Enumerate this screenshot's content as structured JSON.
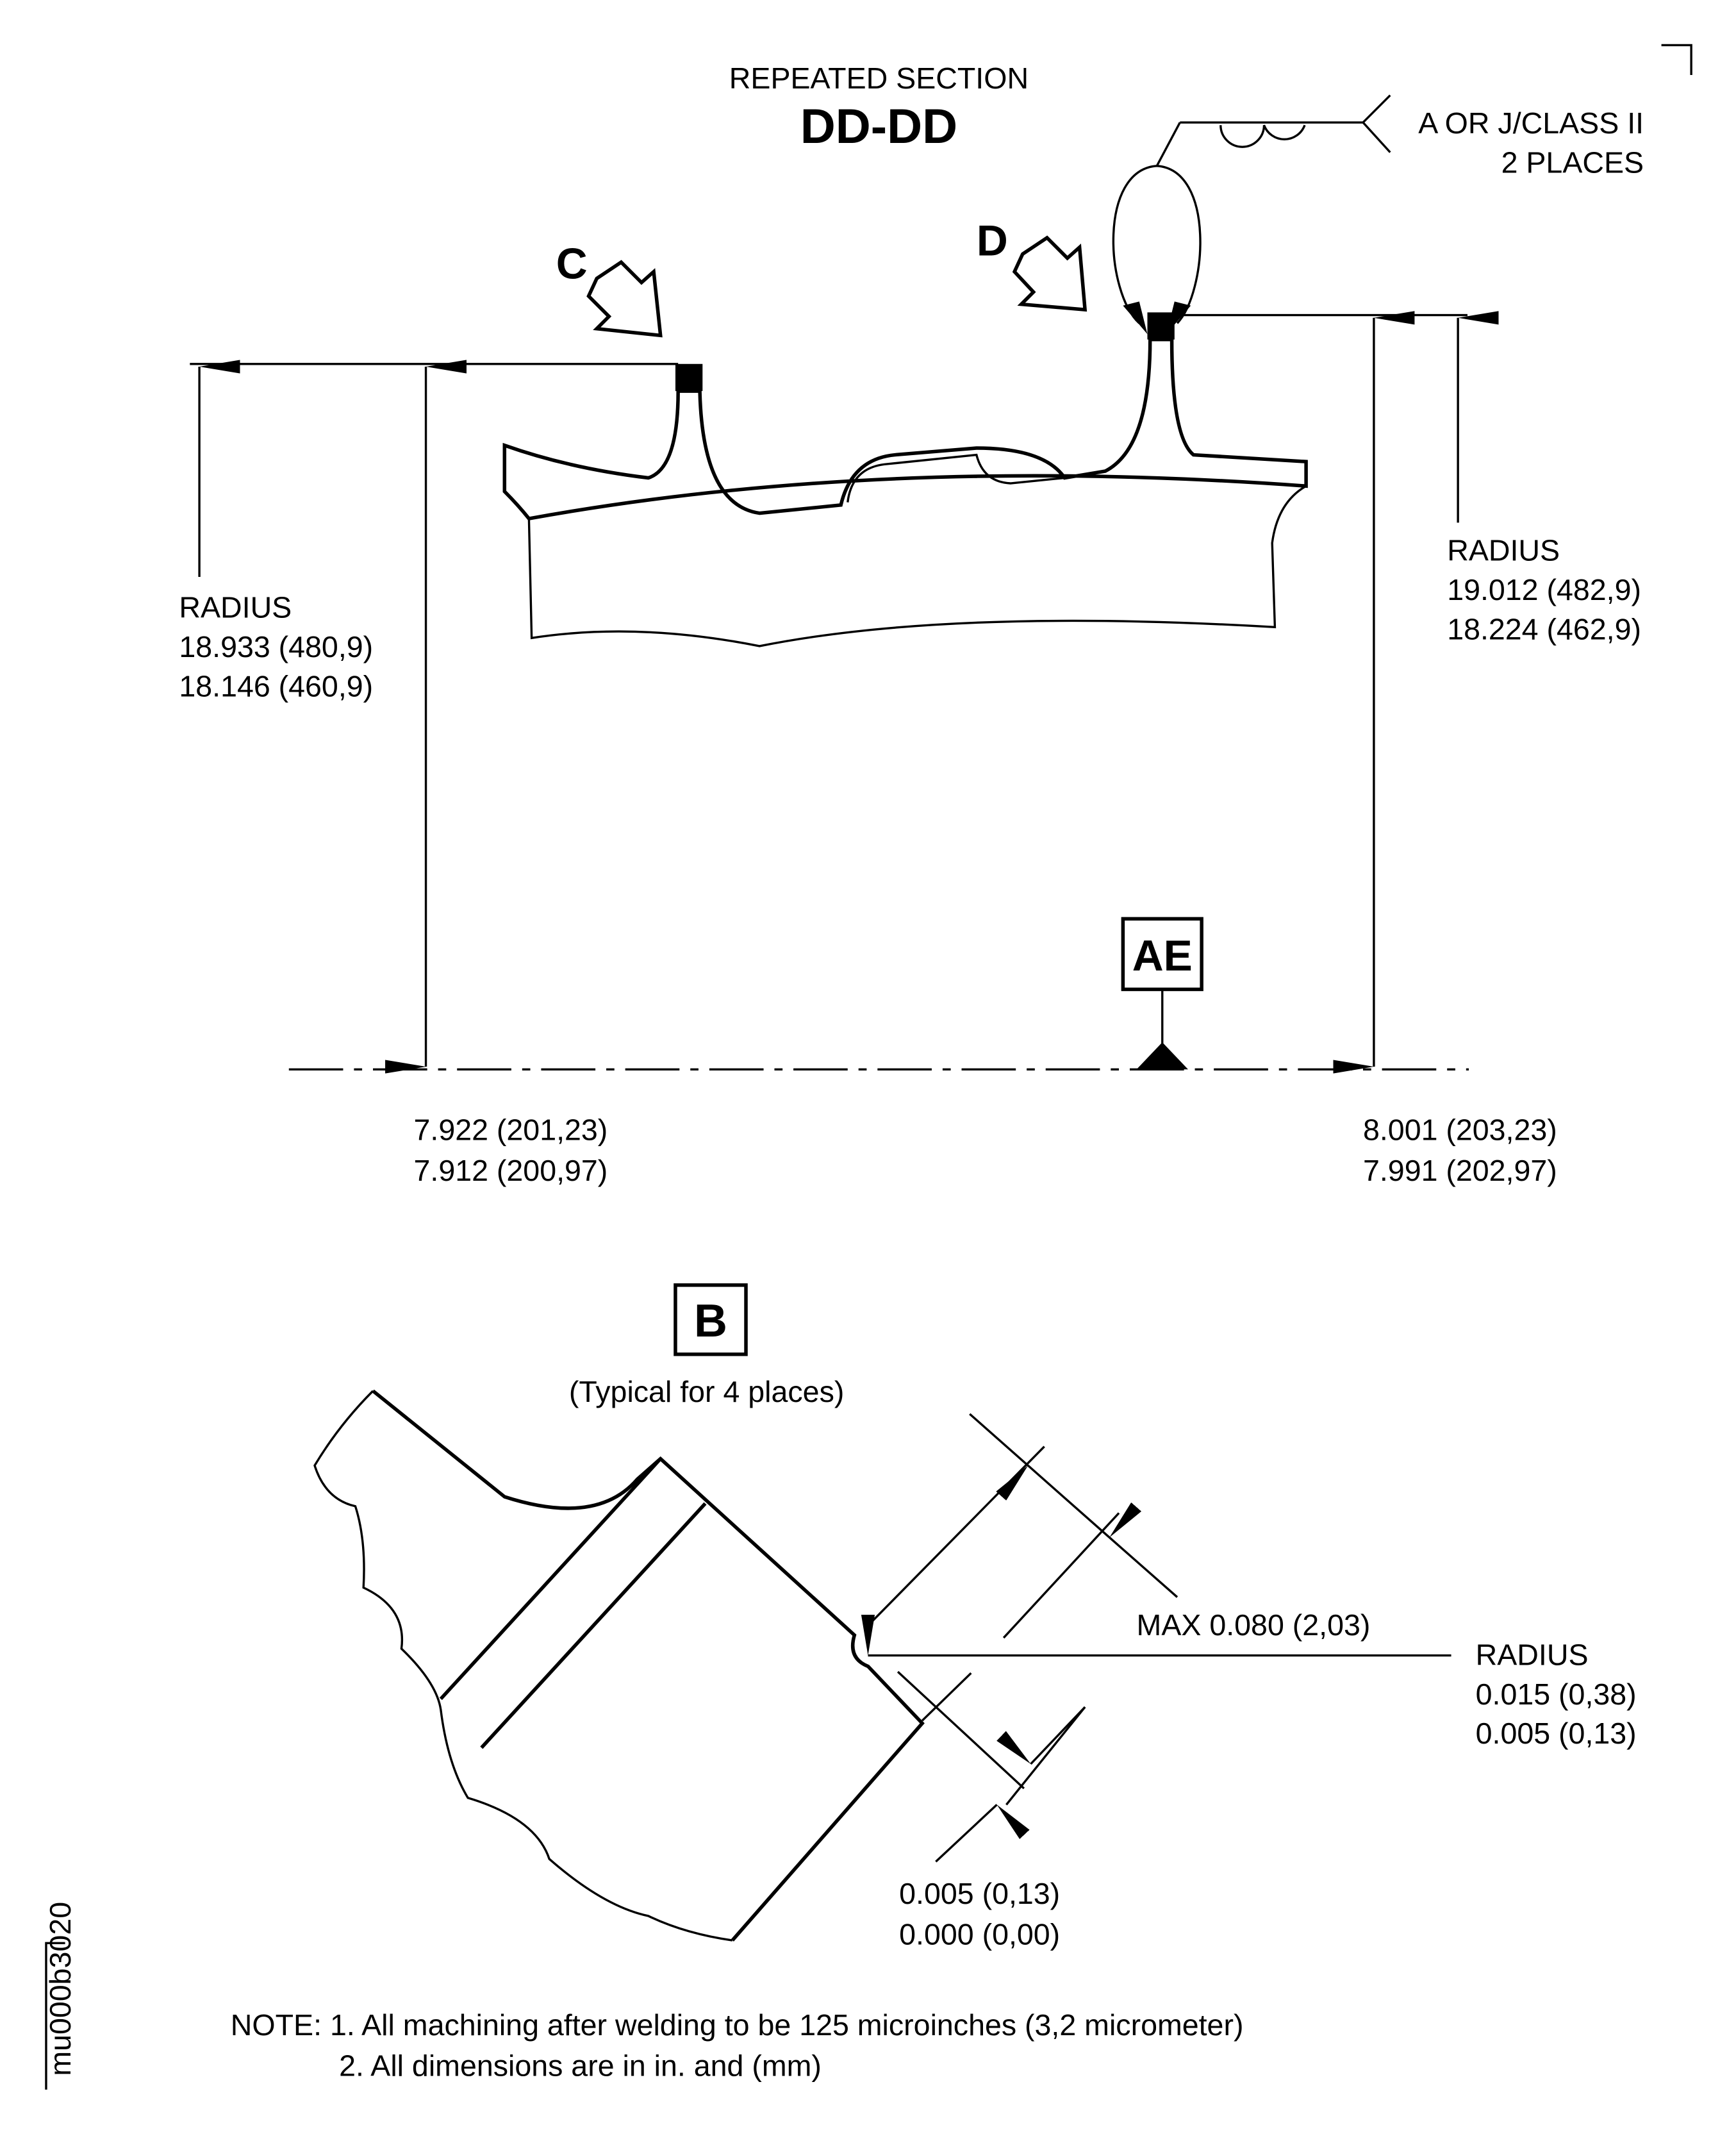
{
  "section": {
    "subtitle": "REPEATED SECTION",
    "title": "DD-DD"
  },
  "weld": {
    "line1": "A OR J/CLASS II",
    "line2": "2 PLACES"
  },
  "views": {
    "c": "C",
    "d": "D"
  },
  "left_radius": {
    "label": "RADIUS",
    "max": "18.933 (480,9)",
    "min": "18.146 (460,9)"
  },
  "right_radius": {
    "label": "RADIUS",
    "max": "19.012 (482,9)",
    "min": "18.224 (462,9)"
  },
  "datum": "AE",
  "left_axial": {
    "max": "7.922 (201,23)",
    "min": "7.912 (200,97)"
  },
  "right_axial": {
    "max": "8.001 (203,23)",
    "min": "7.991 (202,97)"
  },
  "detail": {
    "label": "B",
    "caption": "(Typical for 4 places)",
    "max_dim": "MAX 0.080 (2,03)",
    "radius_label": "RADIUS",
    "radius_max": "0.015 (0,38)",
    "radius_min": "0.005 (0,13)",
    "gap_max": "0.005 (0,13)",
    "gap_min": "0.000 (0,00)"
  },
  "notes": {
    "line1": "NOTE: 1. All machining after welding to be 125 microinches (3,2 micrometer)",
    "line2": "2. All dimensions are in in. and (mm)"
  },
  "figure_id": "mu000b3020"
}
